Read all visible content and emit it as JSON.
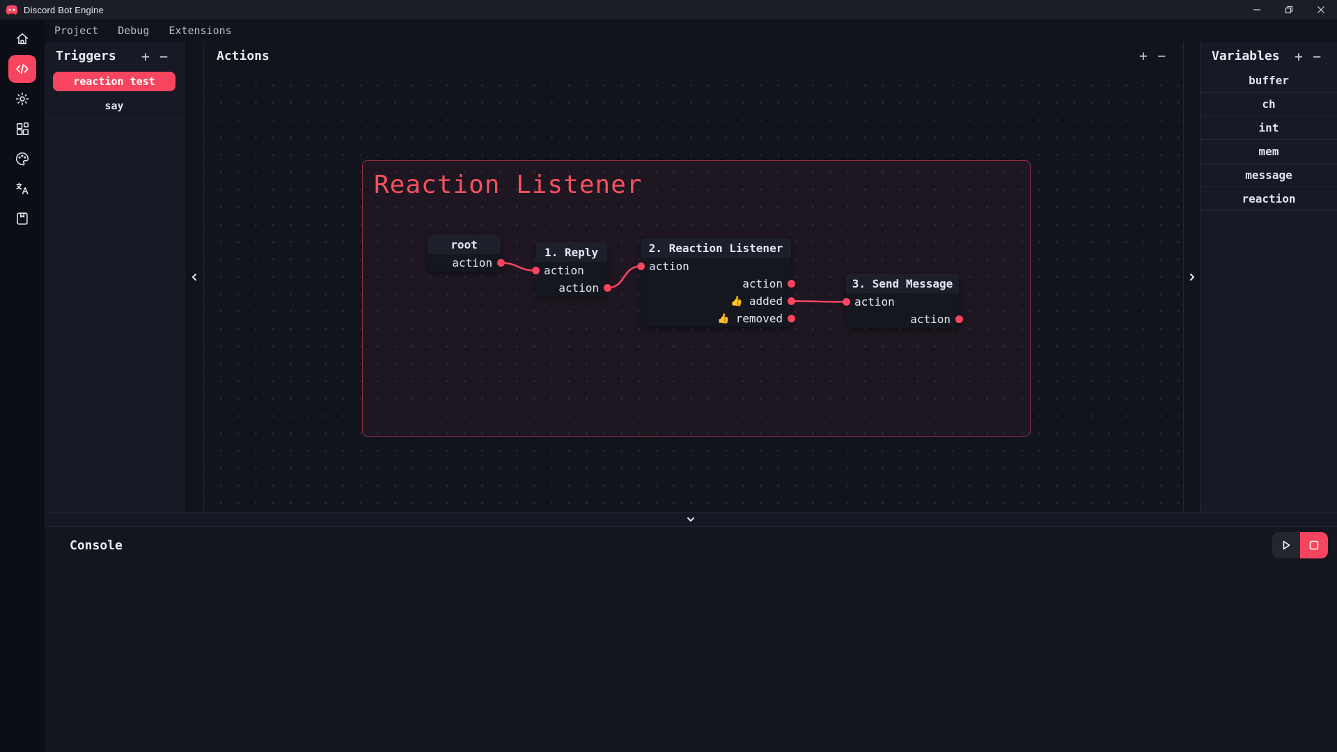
{
  "titlebar": {
    "title": "Discord Bot Engine"
  },
  "menubar": {
    "items": [
      {
        "label": "Project"
      },
      {
        "label": "Debug"
      },
      {
        "label": "Extensions"
      }
    ]
  },
  "rail": {
    "items": [
      {
        "name": "home"
      },
      {
        "name": "code",
        "active": true
      },
      {
        "name": "settings"
      },
      {
        "name": "modules"
      },
      {
        "name": "theme"
      },
      {
        "name": "language"
      },
      {
        "name": "save"
      }
    ]
  },
  "triggers": {
    "title": "Triggers",
    "add_label": "+",
    "remove_label": "−",
    "items": [
      {
        "label": "reaction test",
        "selected": true
      },
      {
        "label": "say",
        "selected": false
      }
    ]
  },
  "actions": {
    "title": "Actions",
    "add_label": "+",
    "remove_label": "−",
    "group_title": "Reaction Listener",
    "nodes": [
      {
        "title": "root",
        "outputs": [
          {
            "label": "action"
          }
        ]
      },
      {
        "title": "1. Reply",
        "inputs": [
          {
            "label": "action"
          }
        ],
        "outputs": [
          {
            "label": "action"
          }
        ]
      },
      {
        "title": "2. Reaction Listener",
        "inputs": [
          {
            "label": "action"
          }
        ],
        "outputs": [
          {
            "label": "action"
          },
          {
            "emoji": "👍",
            "label": "added"
          },
          {
            "emoji": "👍",
            "label": "removed"
          }
        ]
      },
      {
        "title": "3. Send Message",
        "inputs": [
          {
            "label": "action"
          }
        ],
        "outputs": [
          {
            "label": "action"
          }
        ]
      }
    ],
    "edges": [
      {
        "from": "root.action",
        "to": "1. Reply.action"
      },
      {
        "from": "1. Reply.action",
        "to": "2. Reaction Listener.action"
      },
      {
        "from": "2. Reaction Listener.added",
        "to": "3. Send Message.action"
      }
    ]
  },
  "variables": {
    "title": "Variables",
    "add_label": "+",
    "remove_label": "−",
    "items": [
      "buffer",
      "ch",
      "int",
      "mem",
      "message",
      "reaction"
    ]
  },
  "console": {
    "title": "Console"
  },
  "colors": {
    "accent": "#f8455f",
    "group_red": "#f6505e",
    "canvas_bg": "#12141d"
  }
}
